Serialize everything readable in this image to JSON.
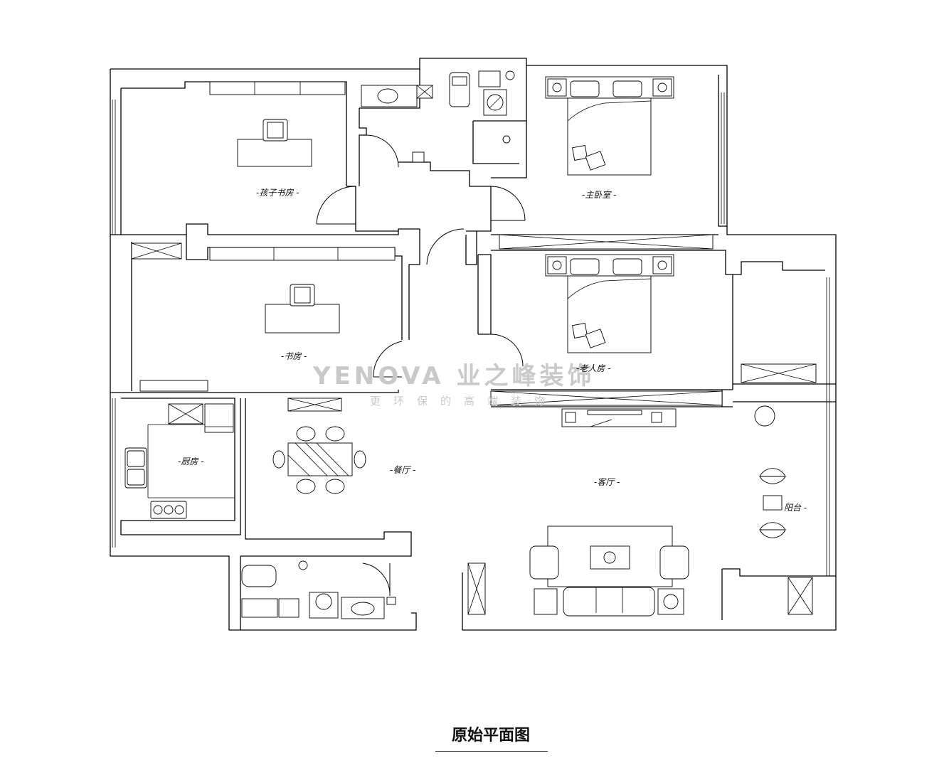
{
  "rooms": {
    "kids_study": "-孩子书房 -",
    "master_bedroom": "-主卧室 -",
    "study": "-书房 -",
    "elder_room": "-老人房 -",
    "kitchen": "-厨房 -",
    "dining": "-餐厅 -",
    "living": "-客厅 -",
    "balcony": "阳台 -"
  },
  "watermark": {
    "logo": "YENOVA 业之峰装饰",
    "tagline": "更环保的高端装饰"
  },
  "title": "原始平面图",
  "colors": {
    "line": "#000000",
    "watermark": "#c9c9c9",
    "background": "#ffffff"
  }
}
